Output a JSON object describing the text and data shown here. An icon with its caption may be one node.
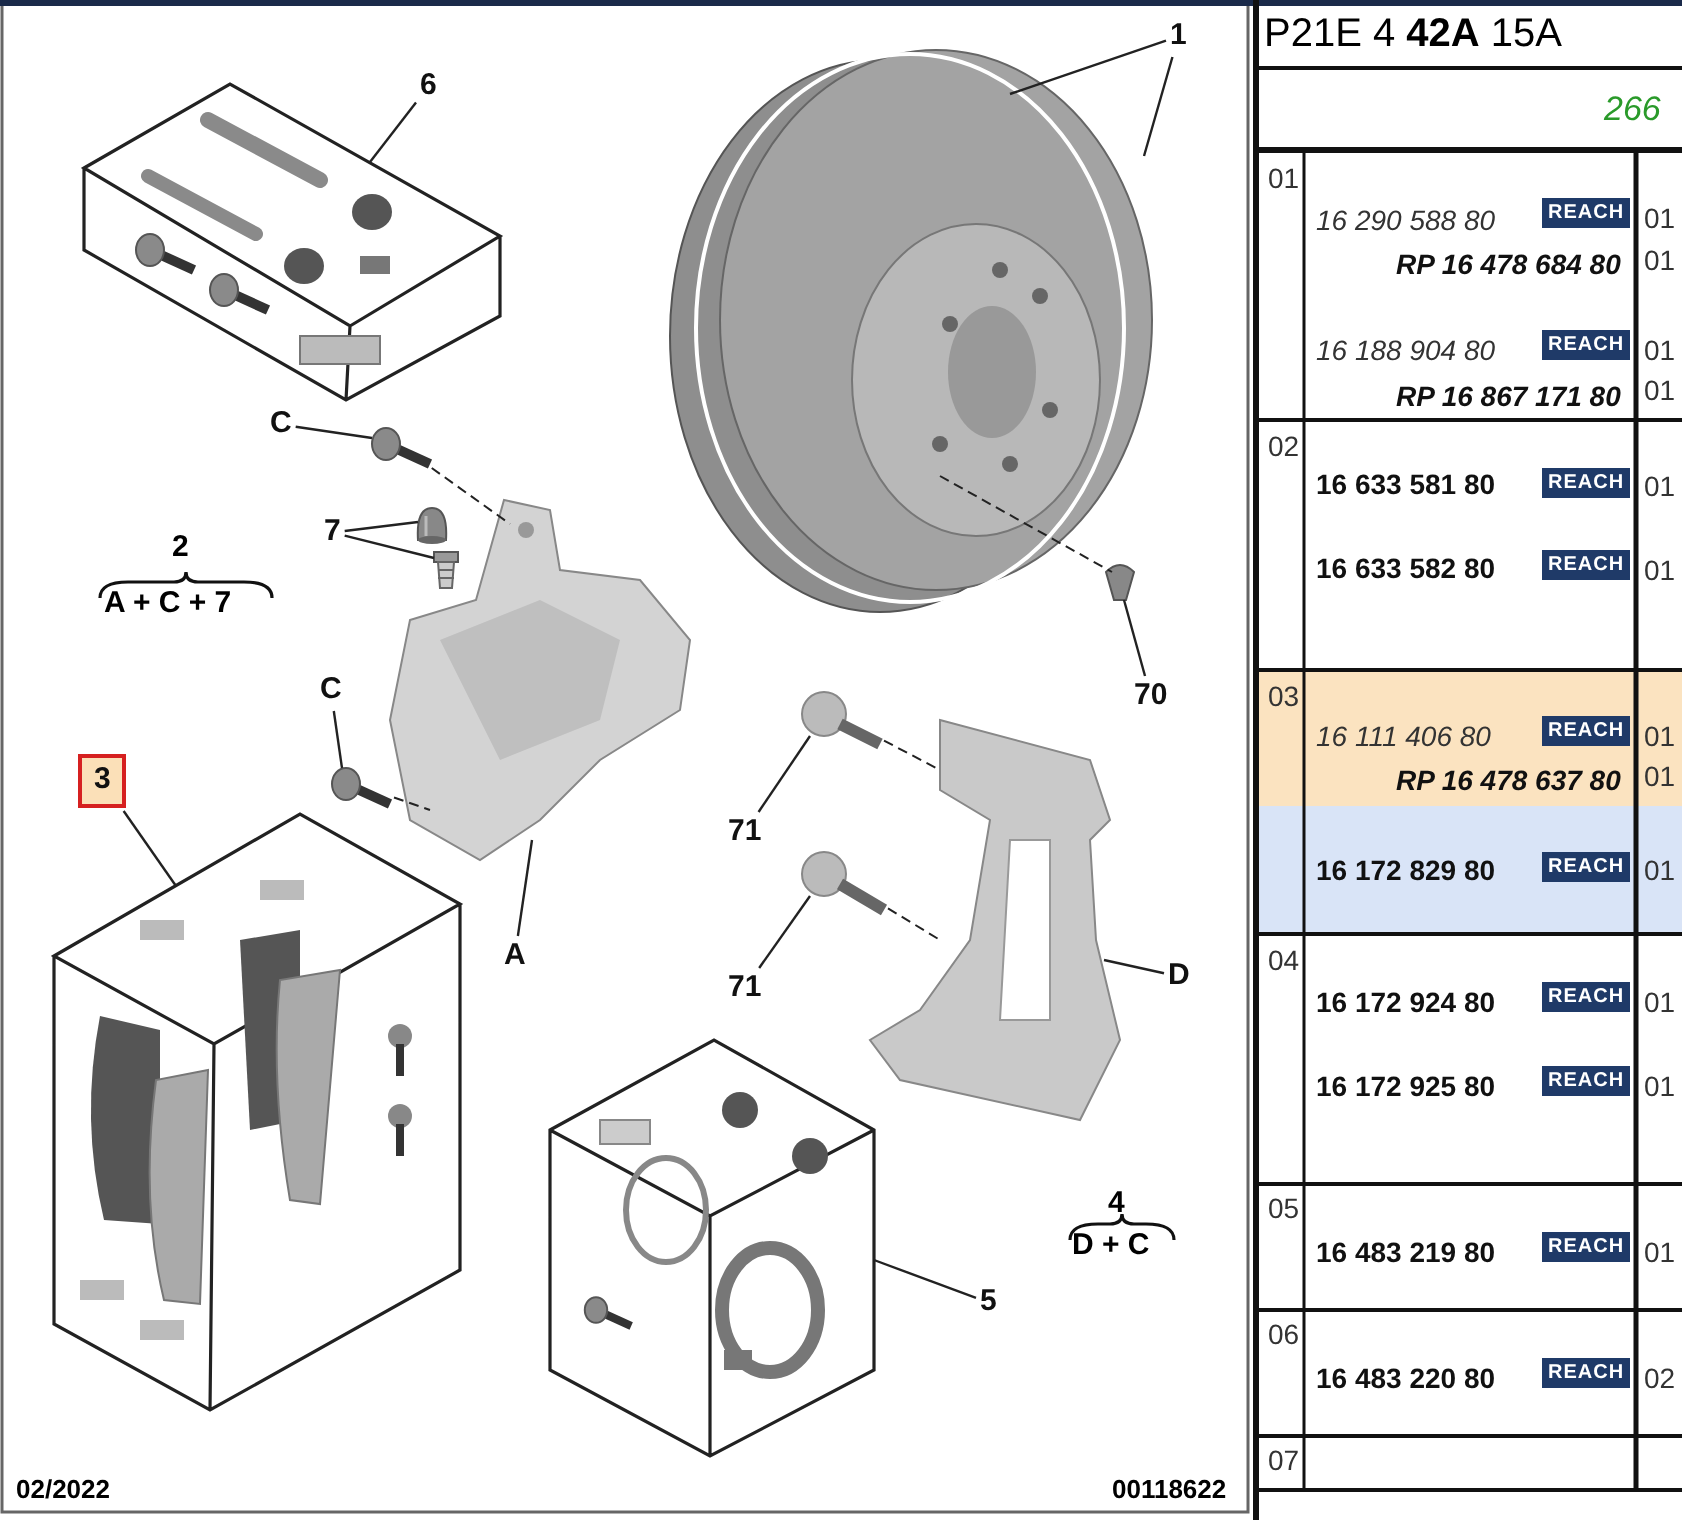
{
  "diagram": {
    "nodes": [
      {
        "text": [
          "6"
        ]
      },
      {
        "text": [],
        "shape": "picture"
      },
      {
        "text": [
          "1"
        ]
      },
      {
        "text": [],
        "shape": "picture"
      },
      {
        "text": [
          "C"
        ]
      },
      {
        "text": [],
        "shape": "picture"
      },
      {
        "text": [
          "7"
        ]
      },
      {
        "text": [],
        "shape": "picture"
      },
      {
        "text": [],
        "shape": "picture"
      },
      {
        "text": [
          "C"
        ]
      },
      {
        "text": [],
        "shape": "picture"
      },
      {
        "text": [
          "3"
        ]
      },
      {
        "text": [],
        "shape": "picture"
      },
      {
        "text": [
          "A"
        ]
      },
      {
        "text": [],
        "shape": "picture"
      },
      {
        "text": [
          "70"
        ]
      },
      {
        "text": [],
        "shape": "picture"
      },
      {
        "text": [
          "71"
        ]
      },
      {
        "text": [
          "71"
        ]
      },
      {
        "text": [],
        "shape": "picture"
      },
      {
        "text": [],
        "shape": "picture"
      },
      {
        "text": [
          "D"
        ]
      },
      {
        "text": [],
        "shape": "picture"
      },
      {
        "text": [
          "5"
        ]
      },
      {
        "text": [],
        "shape": "picture"
      }
    ],
    "edges": [
      {
        "from": 0,
        "to": 1,
        "arrow": "none"
      },
      {
        "from": 2,
        "to": 3,
        "arrow": "none"
      },
      {
        "from": 2,
        "to": 3,
        "arrow": "none"
      },
      {
        "from": 4,
        "to": 5,
        "arrow": "none"
      },
      {
        "from": 6,
        "to": 7,
        "arrow": "none"
      },
      {
        "from": 6,
        "to": 8,
        "arrow": "none"
      },
      {
        "from": 9,
        "to": 10,
        "arrow": "none"
      },
      {
        "from": 11,
        "to": 12,
        "arrow": "none"
      },
      {
        "from": 13,
        "to": 14,
        "arrow": "none"
      },
      {
        "from": 15,
        "to": 16,
        "arrow": "none"
      },
      {
        "from": 17,
        "to": 19,
        "arrow": "none"
      },
      {
        "from": 18,
        "to": 20,
        "arrow": "none"
      },
      {
        "from": 21,
        "to": 22,
        "arrow": "none"
      },
      {
        "from": 23,
        "to": 24,
        "arrow": "none"
      },
      {
        "from": 3,
        "to": 16,
        "arrow": "none",
        "style": "dashed"
      },
      {
        "from": 5,
        "to": 14,
        "arrow": "none",
        "style": "dashed"
      },
      {
        "from": 10,
        "to": 14,
        "arrow": "none",
        "style": "dashed"
      },
      {
        "from": 19,
        "to": 22,
        "arrow": "none",
        "style": "dashed"
      },
      {
        "from": 20,
        "to": 22,
        "arrow": "none",
        "style": "dashed"
      }
    ],
    "labels": [
      "2",
      "A + C + 7",
      "4",
      "D + C",
      "02/2022",
      "00118622",
      "P21E 4 **42A** 15A",
      "266",
      "01",
      "16 290 588 80",
      "REACH",
      "01",
      "RP 16 478 684 80",
      "01",
      "16 188 904 80",
      "REACH",
      "01",
      "RP 16 867 171 80",
      "01",
      "02",
      "16 633 581 80",
      "REACH",
      "01",
      "16 633 582 80",
      "REACH",
      "01",
      "03",
      "16 111 406 80",
      "REACH",
      "01",
      "RP 16 478 637 80",
      "01",
      "16 172 829 80",
      "REACH",
      "01",
      "04",
      "16 172 924 80",
      "REACH",
      "01",
      "16 172 925 80",
      "REACH",
      "01",
      "05",
      "16 483 219 80",
      "REACH",
      "01",
      "06",
      "16 483 220 80",
      "REACH",
      "02",
      "07"
    ]
  }
}
